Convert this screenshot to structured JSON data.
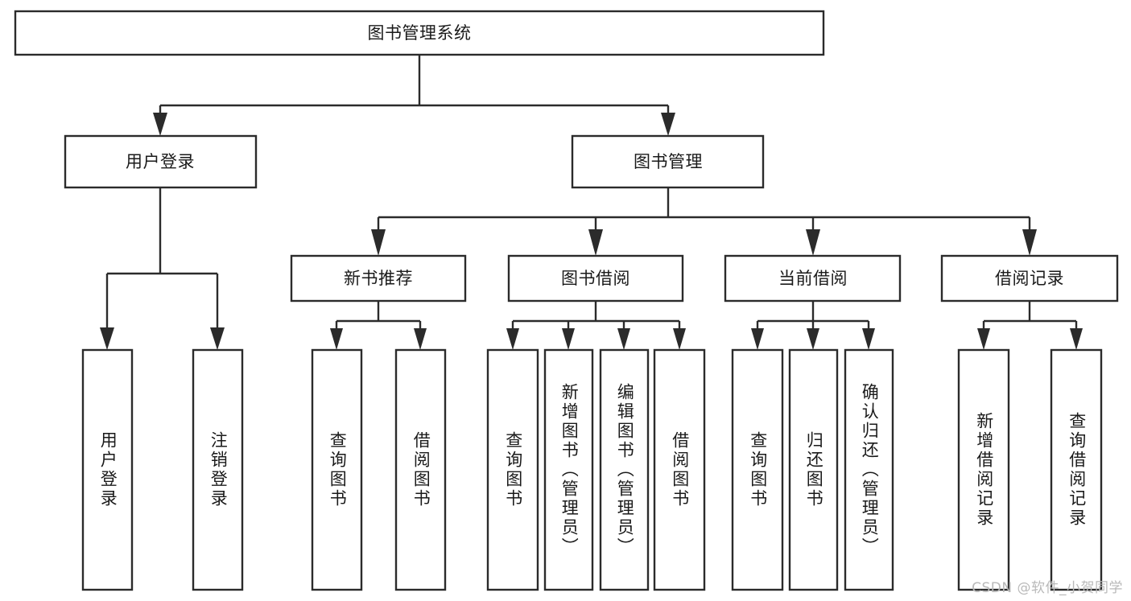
{
  "diagram": {
    "type": "tree-hierarchy",
    "title": "图书管理系统",
    "root": {
      "label": "图书管理系统",
      "level": 0
    },
    "level1": [
      {
        "label": "用户登录"
      },
      {
        "label": "图书管理"
      }
    ],
    "level2": [
      {
        "label": "新书推荐"
      },
      {
        "label": "图书借阅"
      },
      {
        "label": "当前借阅"
      },
      {
        "label": "借阅记录"
      }
    ],
    "leaves": {
      "user_login": [
        {
          "label": "用户登录"
        },
        {
          "label": "注销登录"
        }
      ],
      "new_book_recommend": [
        {
          "label": "查询图书"
        },
        {
          "label": "借阅图书"
        }
      ],
      "book_borrow": [
        {
          "label": "查询图书"
        },
        {
          "label": "新增图书（管理员）"
        },
        {
          "label": "编辑图书（管理员）"
        },
        {
          "label": "借阅图书"
        }
      ],
      "current_borrow": [
        {
          "label": "查询图书"
        },
        {
          "label": "归还图书"
        },
        {
          "label": "确认归还（管理员）"
        }
      ],
      "borrow_record": [
        {
          "label": "新增借阅记录"
        },
        {
          "label": "查询借阅记录"
        }
      ]
    },
    "watermark": "CSDN @软件_小贺同学",
    "colors": {
      "box_stroke": "#2b2b2b",
      "box_fill": "#ffffff",
      "text": "#1a1a1a",
      "background": "#ffffff",
      "watermark": "#b9b9b9"
    }
  }
}
